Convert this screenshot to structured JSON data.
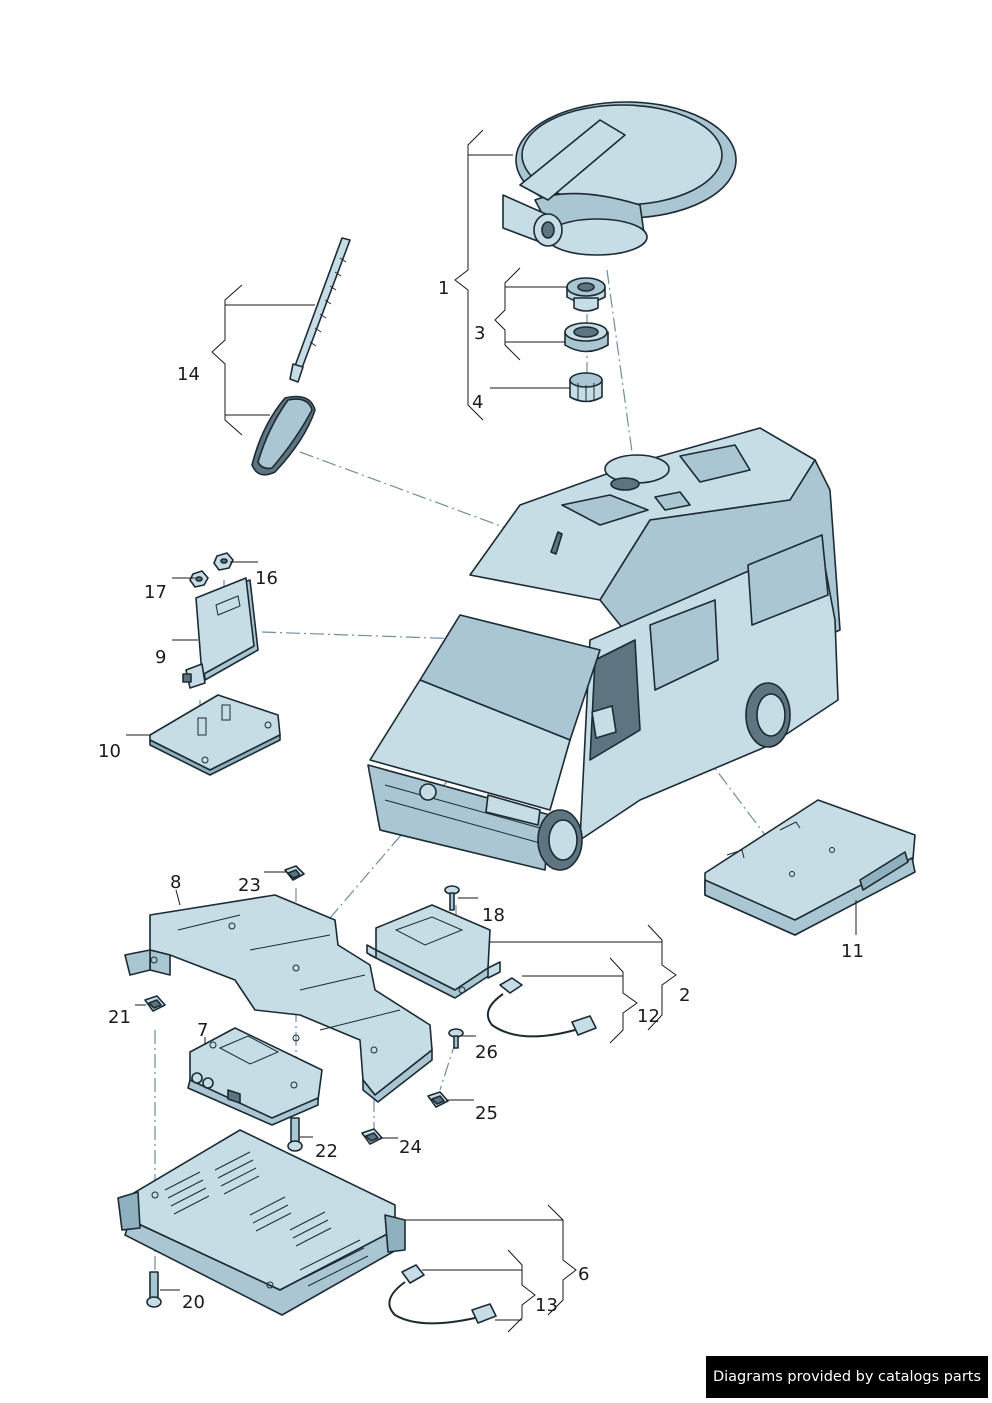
{
  "labels": {
    "l1": "1",
    "l2": "2",
    "l3": "3",
    "l4": "4",
    "l6": "6",
    "l7": "7",
    "l8": "8",
    "l9": "9",
    "l10": "10",
    "l11": "11",
    "l12": "12",
    "l13": "13",
    "l14": "14",
    "l16": "16",
    "l17": "17",
    "l18": "18",
    "l20": "20",
    "l21": "21",
    "l22": "22",
    "l23": "23",
    "l24": "24",
    "l25": "25",
    "l26": "26"
  },
  "credit": "Diagrams provided by catalogs parts",
  "colors": {
    "part_fill": "#c6dde6",
    "part_shadow": "#8fb0bf",
    "outline": "#1c2b33",
    "dash_line": "#6f8ea2"
  }
}
